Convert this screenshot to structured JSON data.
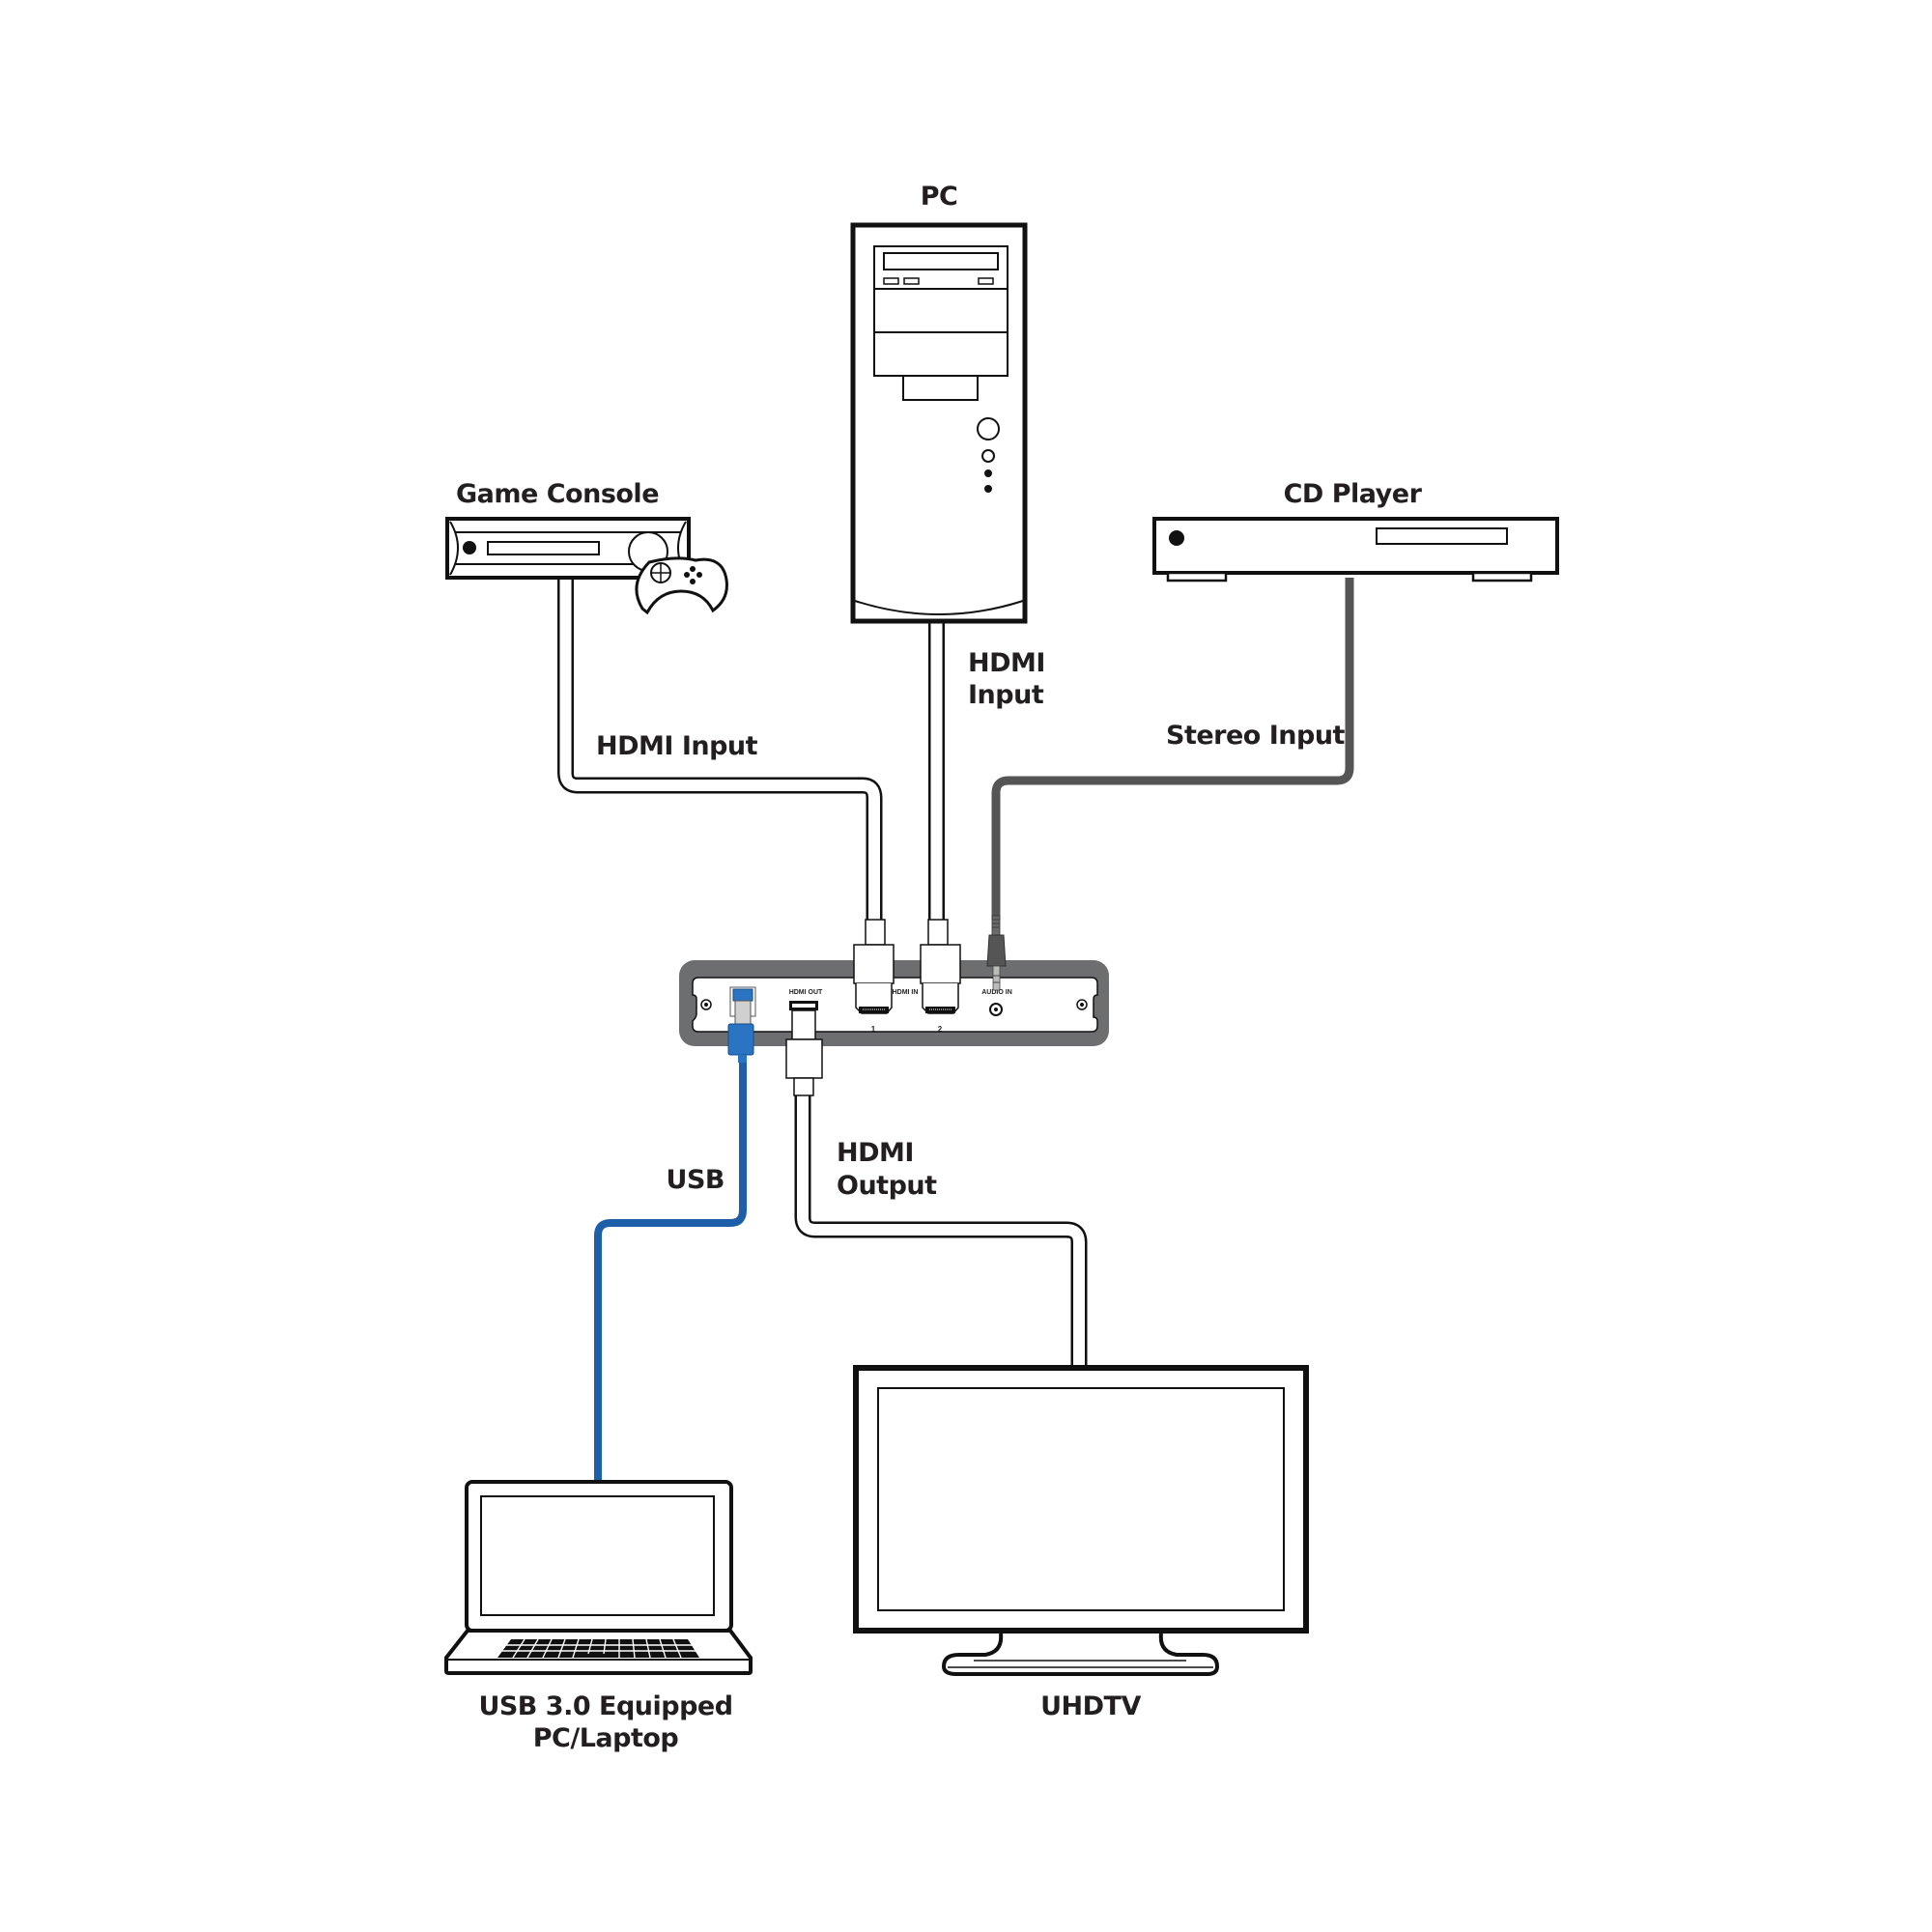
{
  "diagram": {
    "title": "Connection diagram",
    "devices": {
      "pc": {
        "label": "PC"
      },
      "game_console": {
        "label": "Game Console"
      },
      "cd_player": {
        "label": "CD Player"
      },
      "laptop": {
        "label_line1": "USB 3.0 Equipped",
        "label_line2": "PC/Laptop"
      },
      "tv": {
        "label": "UHDTV"
      }
    },
    "cables": {
      "game_hdmi": {
        "label": "HDMI Input"
      },
      "pc_hdmi": {
        "label_line1": "HDMI",
        "label_line2": "Input"
      },
      "stereo": {
        "label": "Stereo Input"
      },
      "usb": {
        "label": "USB"
      },
      "hdmi_out": {
        "label_line1": "HDMI",
        "label_line2": "Output"
      }
    },
    "hub": {
      "ports": {
        "hdmi_out": "HDMI OUT",
        "hdmi_in": "HDMI IN",
        "hdmi_in_1": "1",
        "hdmi_in_2": "2",
        "audio_in": "AUDIO IN"
      }
    },
    "colors": {
      "usb_cable": "#1d5fa8",
      "usb_plug": "#2b74c4",
      "audio_cable": "#555555",
      "hub_frame": "#6d6e70",
      "line": "#111111"
    }
  }
}
